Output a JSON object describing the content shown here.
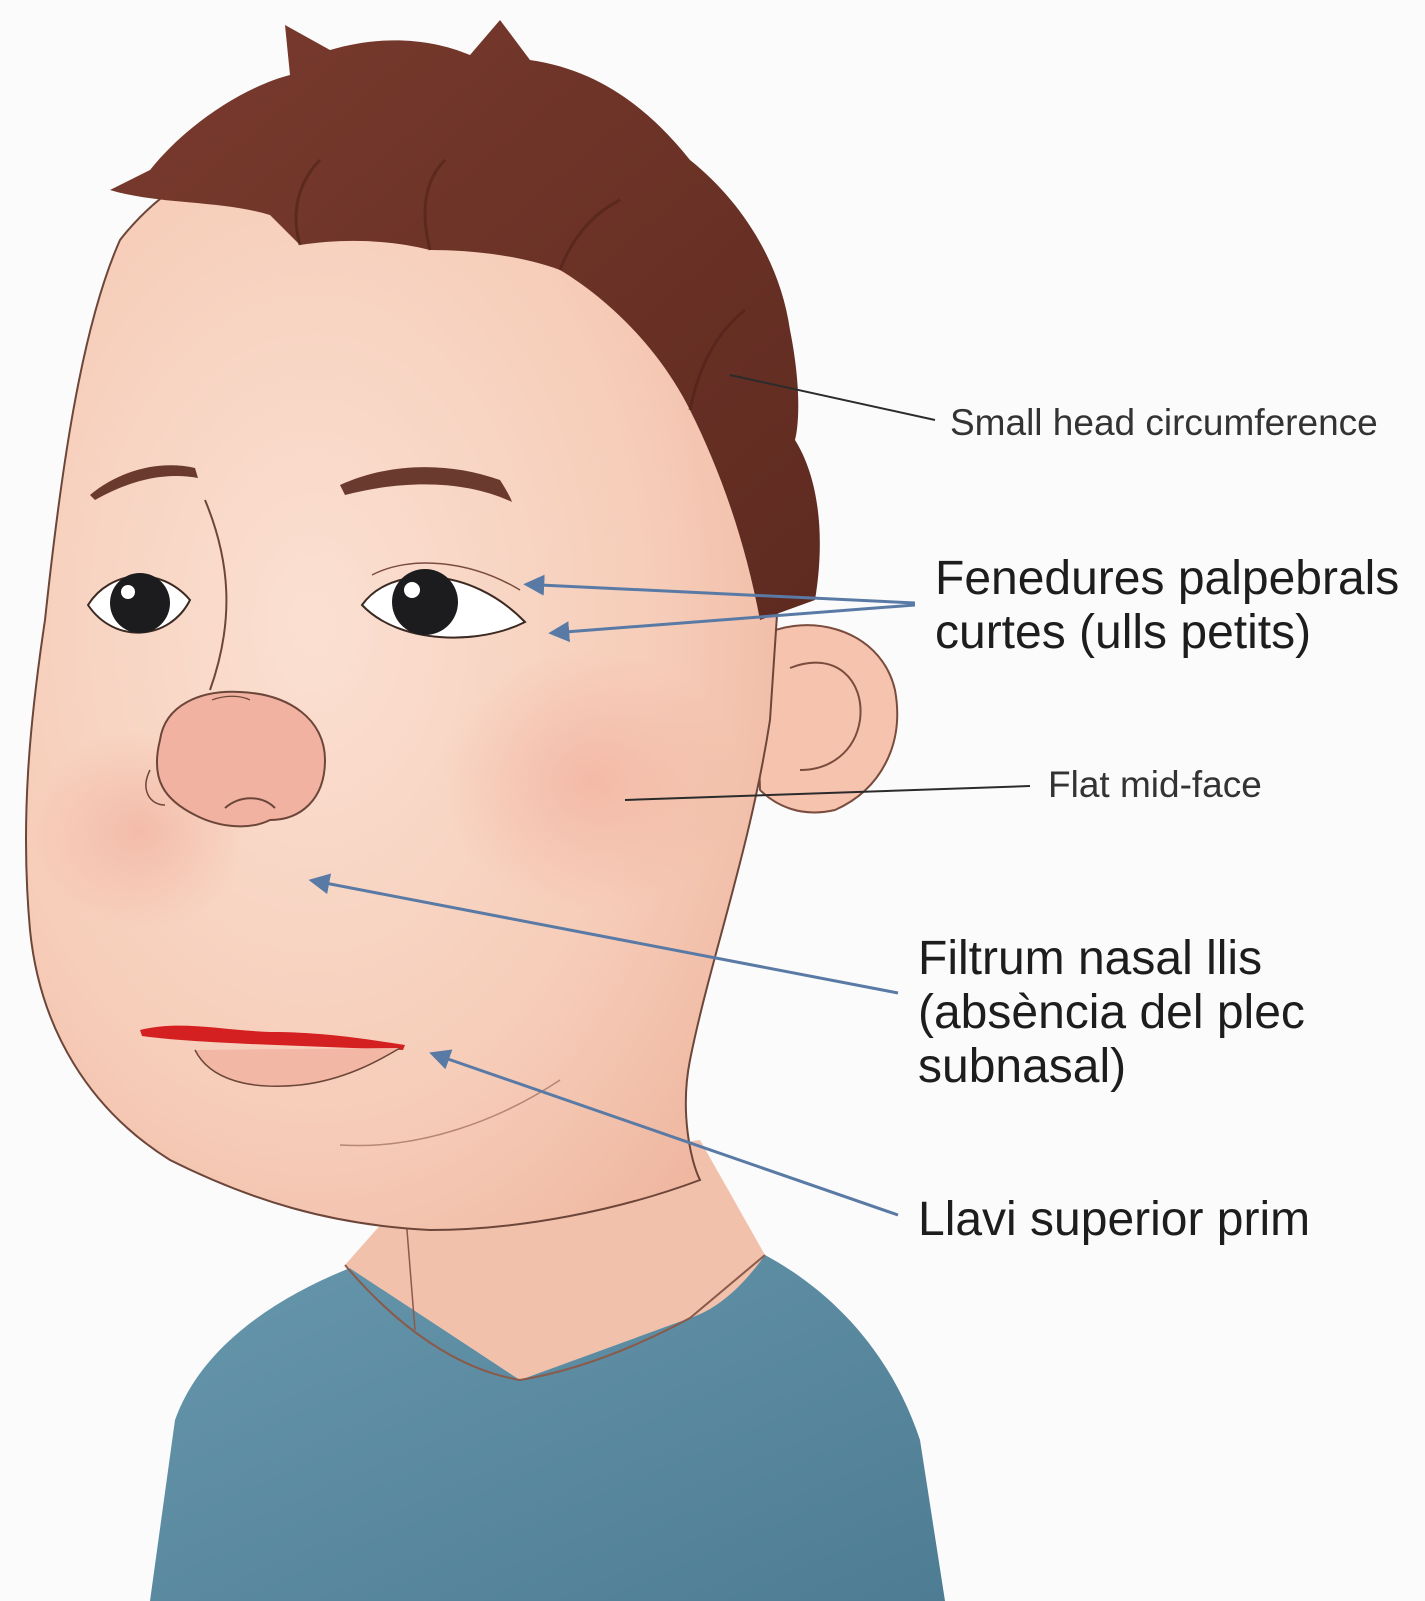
{
  "labels": {
    "head": "Small head circumference",
    "eyes_line1": "Fenedures palpebrals",
    "eyes_line2": "curtes (ulls petits)",
    "midface": "Flat mid-face",
    "philtrum_line1": "Filtrum nasal llis",
    "philtrum_line2": "(absència del plec",
    "philtrum_line3": "subnasal)",
    "lip": "Llavi superior prim"
  },
  "colors": {
    "background": "#fbfbfb",
    "skin": "#f6cdb9",
    "hair": "#6e3327",
    "shirt": "#5d8ea4",
    "lip": "#d42020",
    "arrow_blue": "#5a7aa6",
    "leader_dark": "#2b2b2b"
  },
  "icons": {
    "figure": "child-face-illustration-icon"
  }
}
